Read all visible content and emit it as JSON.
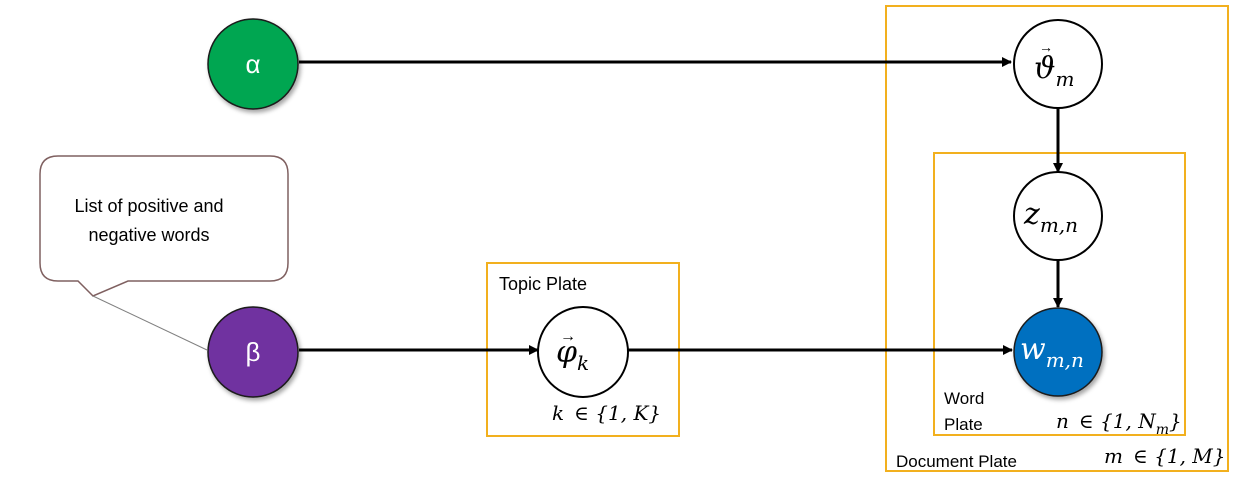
{
  "nodes": {
    "alpha": {
      "label": "α",
      "color": "#00A651"
    },
    "beta": {
      "label": "β",
      "color": "#7030A0"
    },
    "theta": {
      "symbol": "ϑ",
      "sub": "m"
    },
    "z": {
      "symbol": "z",
      "sub": "m,n"
    },
    "phi": {
      "symbol": "φ",
      "sub": "k"
    },
    "w": {
      "symbol": "w",
      "sub": "m,n",
      "color": "#0070C0"
    }
  },
  "callout": {
    "line1": "List of positive and",
    "line2": "negative words"
  },
  "plates": {
    "topic": {
      "label": "Topic Plate",
      "index": "k",
      "range": "∈ {1, K}"
    },
    "word": {
      "label_line1": "Word",
      "label_line2": "Plate",
      "index": "n",
      "range": "∈ {1, N",
      "range_sub": "m",
      "range_end": "}"
    },
    "document": {
      "label": "Document Plate",
      "index": "m",
      "range": "∈ {1, M}"
    }
  },
  "colors": {
    "plate_border": "#F2B01E",
    "callout_border": "#7F6060"
  }
}
